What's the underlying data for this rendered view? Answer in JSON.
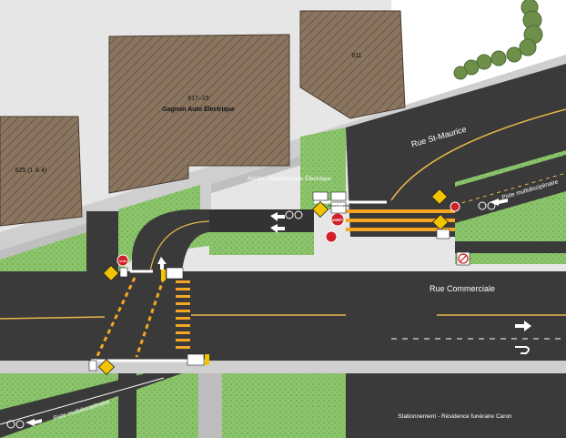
{
  "buildings": {
    "b617": {
      "number": "617–19",
      "name": "Gagnon Auto Électrique"
    },
    "b611": {
      "number": "611"
    },
    "b625": {
      "number": "625 (1 À 4)"
    }
  },
  "streets": {
    "st_maurice": "Rue St-Maurice",
    "commerciale": "Rue Commerciale"
  },
  "labels": {
    "acces": "Accès - Gagnon Auto Électrique",
    "piste_top": "Piste multidisciplinaire",
    "piste_bottom": "Piste multidisciplinaire",
    "stationnement": "Stationnement - Résidence funéraire Caron"
  },
  "signs": {
    "stop_text": "ARRÊT",
    "stop_sign_small": "STOP",
    "exit_sign": "EXCEPTÉ SORTIE"
  },
  "colors": {
    "asphalt": "#3a3a3a",
    "grass": "#8bc46b",
    "building": "#8a7560",
    "sidewalk": "#c8c8c8",
    "crosswalk": "#f5a623",
    "center_line": "#e8b84a",
    "sign_yellow": "#f2c400",
    "stop_red": "#d0202a",
    "tree": "#6e8f4a"
  },
  "icons": [
    "bicycle-icon",
    "arrow-icon",
    "stop-sign-icon",
    "warning-sign-icon",
    "no-left-turn-icon",
    "u-turn-arrow-icon"
  ]
}
